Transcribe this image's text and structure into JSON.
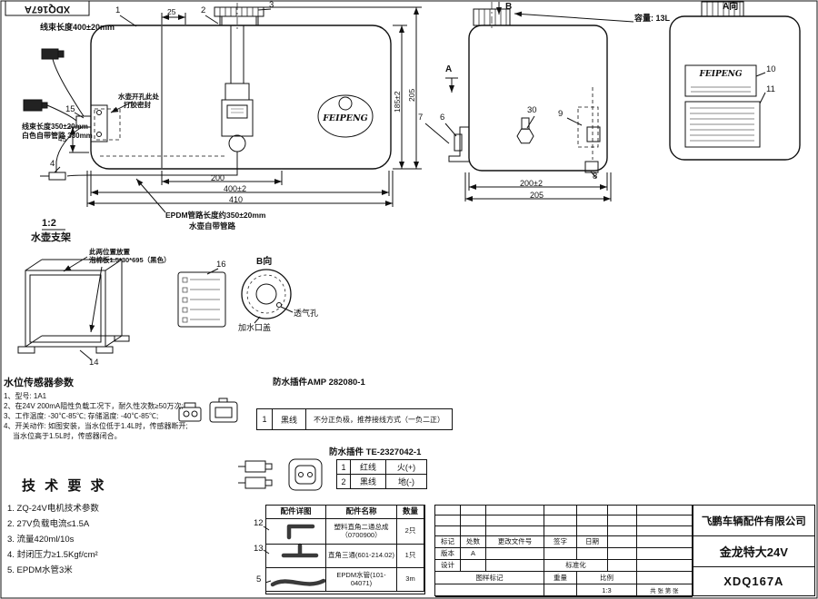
{
  "page": {
    "mirrored_code": "XDQ167A"
  },
  "front_view": {
    "harness_400": "线束长度400±20mm",
    "harness_350": "线束长度350±20mm",
    "white_tube": "白色自带管路 330mm",
    "note_line1": "水壶开孔此处",
    "note_line2": "打胶密封",
    "epdm_note": "EPDM管路长度约350±20mm",
    "tank_tube_note": "水壶自带管路",
    "logo": "FEIPENG",
    "dims": {
      "d25": "25",
      "d45": "45",
      "d200": "200",
      "d400": "400±2",
      "d410": "410",
      "d185": "185±2",
      "d205": "205"
    },
    "callouts": {
      "c1": "1",
      "c2": "2",
      "c3": "3",
      "c4": "4",
      "c15": "15"
    }
  },
  "side_view": {
    "b": "B",
    "a": "A",
    "capacity": "容量: 13L",
    "dims": {
      "d200": "200±2",
      "d205": "205"
    },
    "callouts": {
      "c6": "6",
      "c7": "7",
      "c8": "8",
      "c9": "9",
      "c30": "30"
    }
  },
  "a_view": {
    "title": "A向",
    "logo": "FEIPENG",
    "callouts": {
      "c10": "10",
      "c11": "11"
    }
  },
  "bracket_view": {
    "scale": "1:2",
    "title": "水壶支架",
    "note_line1": "此两位置放置",
    "note_line2": "泡棉板1.5*30*695（黑色）",
    "callout_14": "14"
  },
  "sticker": {
    "callout_16": "16"
  },
  "b_view": {
    "title": "B向",
    "cap_label": "加水口盖",
    "vent_label": "透气孔"
  },
  "sensor_params": {
    "title": "水位传感器参数",
    "lines": [
      "1、型号: 1A1",
      "2、在24V 200mA阻性负载工况下，耐久性次数≥50万次;",
      "3、工作温度: -30℃-85℃; 存储温度: -40℃-85℃;",
      "4、开关动作: 如图安装，当水位低于1.4L时，传感器断开;",
      "当水位高于1.5L时，传感器闭合。"
    ]
  },
  "amp_connector": {
    "title": "防水插件AMP 282080-1",
    "pin": "1",
    "wire": "黑线",
    "note": "不分正负极，推荐接线方式（一负二正）"
  },
  "te_connector": {
    "title": "防水插件 TE-2327042-1",
    "rows": [
      {
        "pin": "1",
        "wire": "红线",
        "dest": "火(+)"
      },
      {
        "pin": "2",
        "wire": "黑线",
        "dest": "地(-)"
      }
    ]
  },
  "tech_req": {
    "title": "技 术 要 求",
    "lines": [
      "1. ZQ-24V电机技术参数",
      "2. 27V负载电流≤1.5A",
      "3. 流量420ml/10s",
      "4. 封闭压力≥1.5Kgf/cm²",
      "5. EPDM水管3米"
    ]
  },
  "parts_table": {
    "headers": [
      "配件详图",
      "配件名称",
      "数量"
    ],
    "rows": [
      {
        "callout": "12",
        "name": "塑料直角二通总成（0700900）",
        "qty": "2只"
      },
      {
        "callout": "13",
        "name": "直角三通(601-214.02)",
        "qty": "1只"
      },
      {
        "callout": "5",
        "name": "EPDM水管(101-04071)",
        "qty": "3m"
      }
    ]
  },
  "title_block": {
    "company": "飞鹏车辆配件有限公司",
    "product": "金龙特大24V",
    "drawing_no": "XDQ167A",
    "row1": [
      "标记",
      "处数",
      "更改文件号",
      "签字",
      "日期"
    ],
    "version_label": "版本",
    "version_value": "A",
    "design_label": "设计",
    "standard_label": "标准化",
    "mark_label": "图样标记",
    "weight_label": "重量",
    "scale_label": "比例",
    "scale_value": "1:3",
    "sheet_label": "共 张 第 张"
  }
}
